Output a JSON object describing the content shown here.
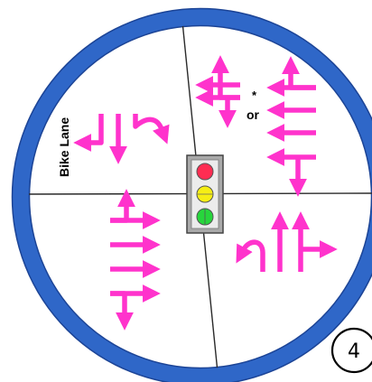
{
  "labels": {
    "bike_lane": "Bike Lane",
    "asterisk": "*",
    "or": "or"
  },
  "badge": {
    "number": "4"
  },
  "colors": {
    "ring": "#2f67c8",
    "ring_outline": "#1c4496",
    "arrow": "#ff33cc",
    "signal_red": "#ff2d52",
    "signal_yellow": "#f6ee14",
    "signal_green": "#27d63c",
    "signal_housing": "#a9a9a9",
    "divider": "#2a2a2a"
  },
  "icons": {
    "traffic_signal": "traffic-light-icon",
    "movement_arrows": "lane-arrow-icon"
  }
}
